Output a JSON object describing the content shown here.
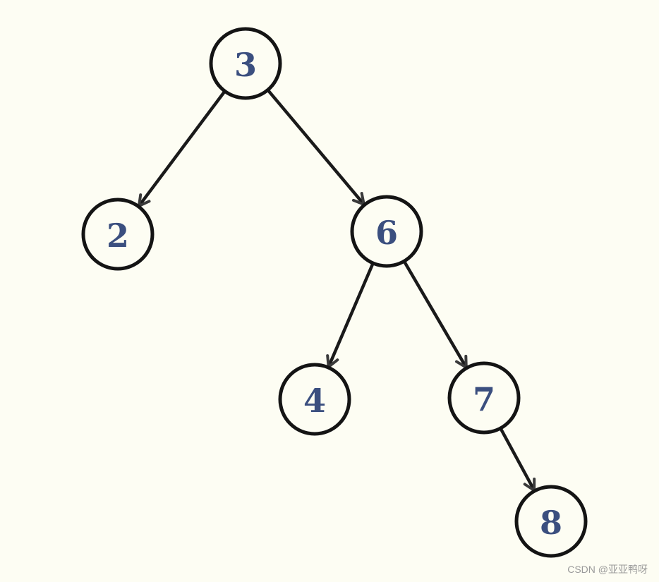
{
  "tree": {
    "nodes": [
      {
        "id": "n3",
        "label": "3"
      },
      {
        "id": "n2",
        "label": "2"
      },
      {
        "id": "n6",
        "label": "6"
      },
      {
        "id": "n4",
        "label": "4"
      },
      {
        "id": "n7",
        "label": "7"
      },
      {
        "id": "n8",
        "label": "8"
      }
    ],
    "edges": [
      {
        "from": "n3",
        "to": "n2"
      },
      {
        "from": "n3",
        "to": "n6"
      },
      {
        "from": "n6",
        "to": "n4"
      },
      {
        "from": "n6",
        "to": "n7"
      },
      {
        "from": "n7",
        "to": "n8"
      }
    ]
  },
  "colors": {
    "background": "#fdfdf3",
    "node_stroke": "#141414",
    "label": "#3b4f7f",
    "edge": "#1a1a1a"
  },
  "watermark": "CSDN @亚亚鸭呀"
}
